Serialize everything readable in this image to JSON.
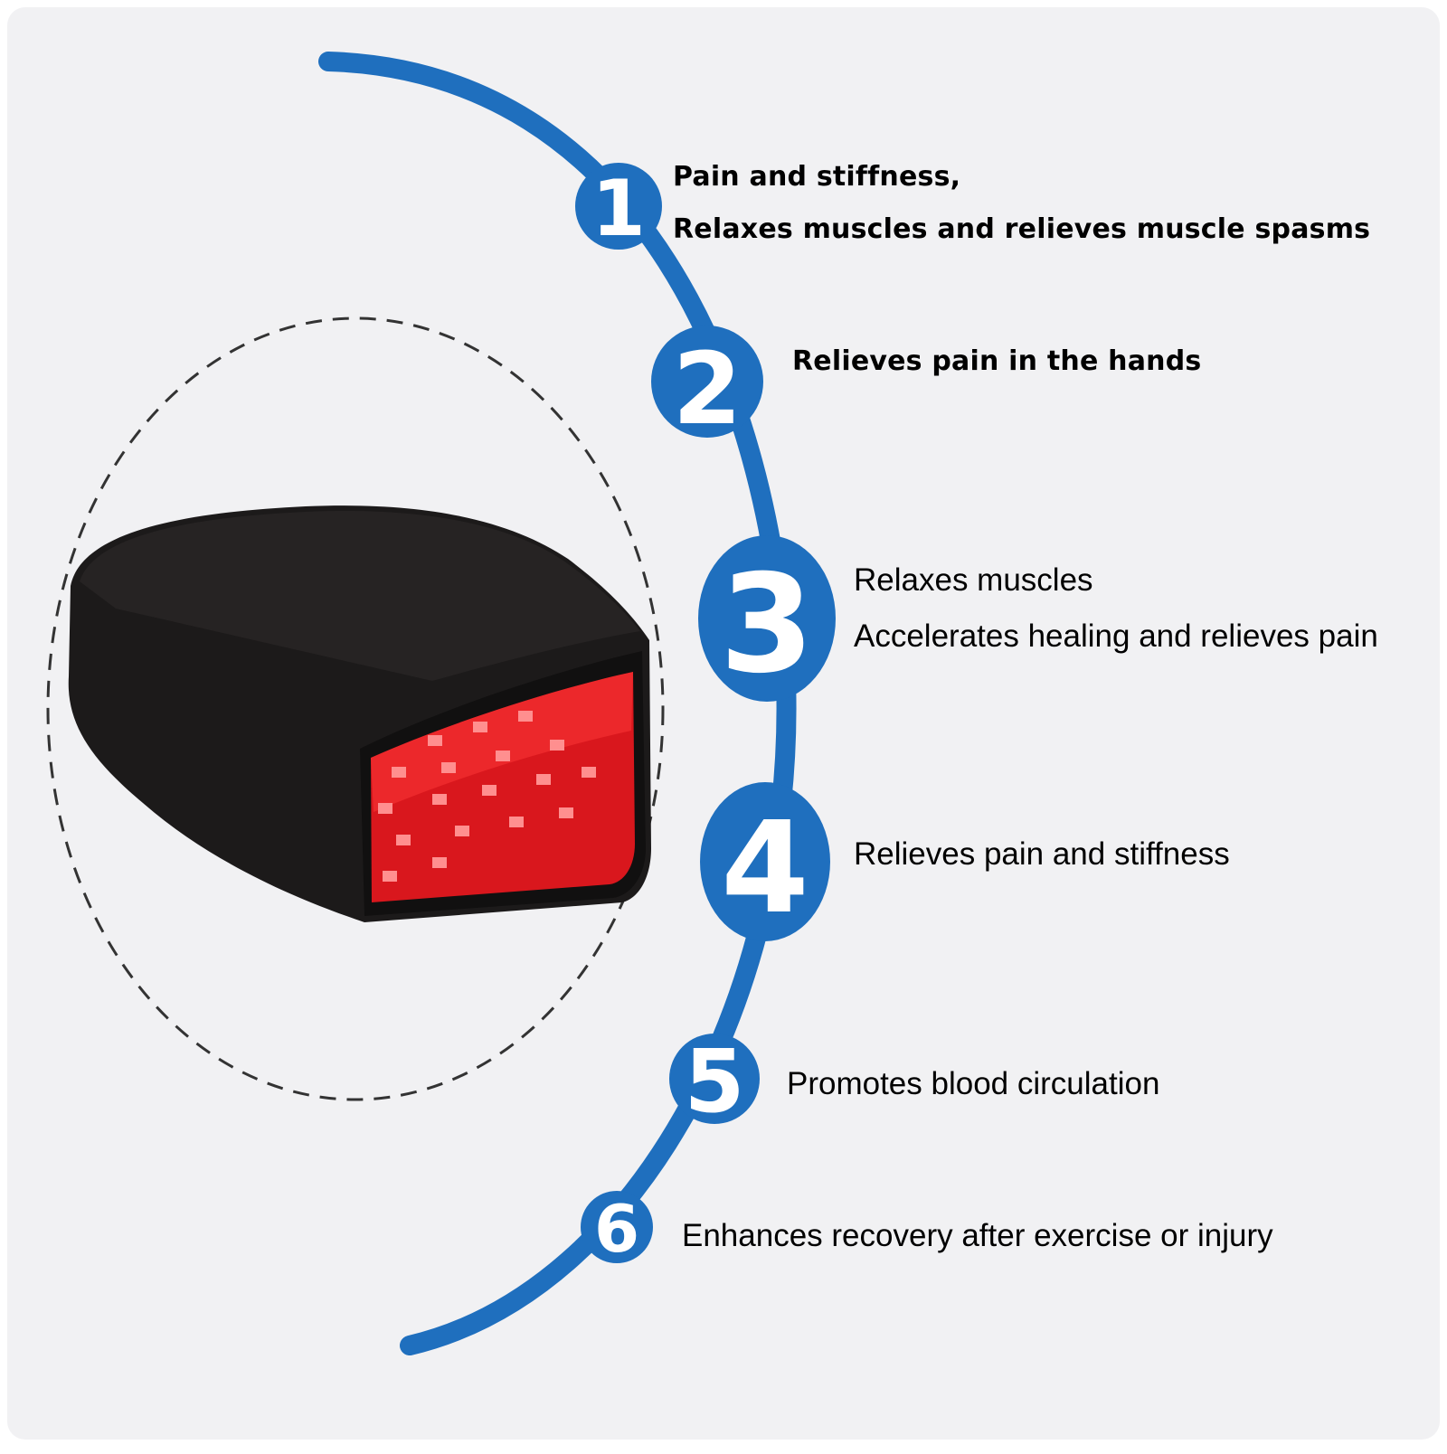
{
  "colors": {
    "accent": "#1f6fbe",
    "background": "#f1f1f3",
    "device_body": "#1c1a1a",
    "led_red": "#ff2424"
  },
  "device": {
    "icon": "red-light-therapy-hand-mitt"
  },
  "benefits": [
    {
      "number": "1",
      "lines": [
        "Pain and stiffness,",
        "Relaxes muscles and relieves muscle spasms"
      ]
    },
    {
      "number": "2",
      "lines": [
        "Relieves pain in the hands"
      ]
    },
    {
      "number": "3",
      "lines": [
        "Relaxes muscles",
        "Accelerates healing and relieves pain"
      ]
    },
    {
      "number": "4",
      "lines": [
        "Relieves pain and stiffness"
      ]
    },
    {
      "number": "5",
      "lines": [
        "Promotes blood circulation"
      ]
    },
    {
      "number": "6",
      "lines": [
        "Enhances recovery after exercise or injury"
      ]
    }
  ]
}
